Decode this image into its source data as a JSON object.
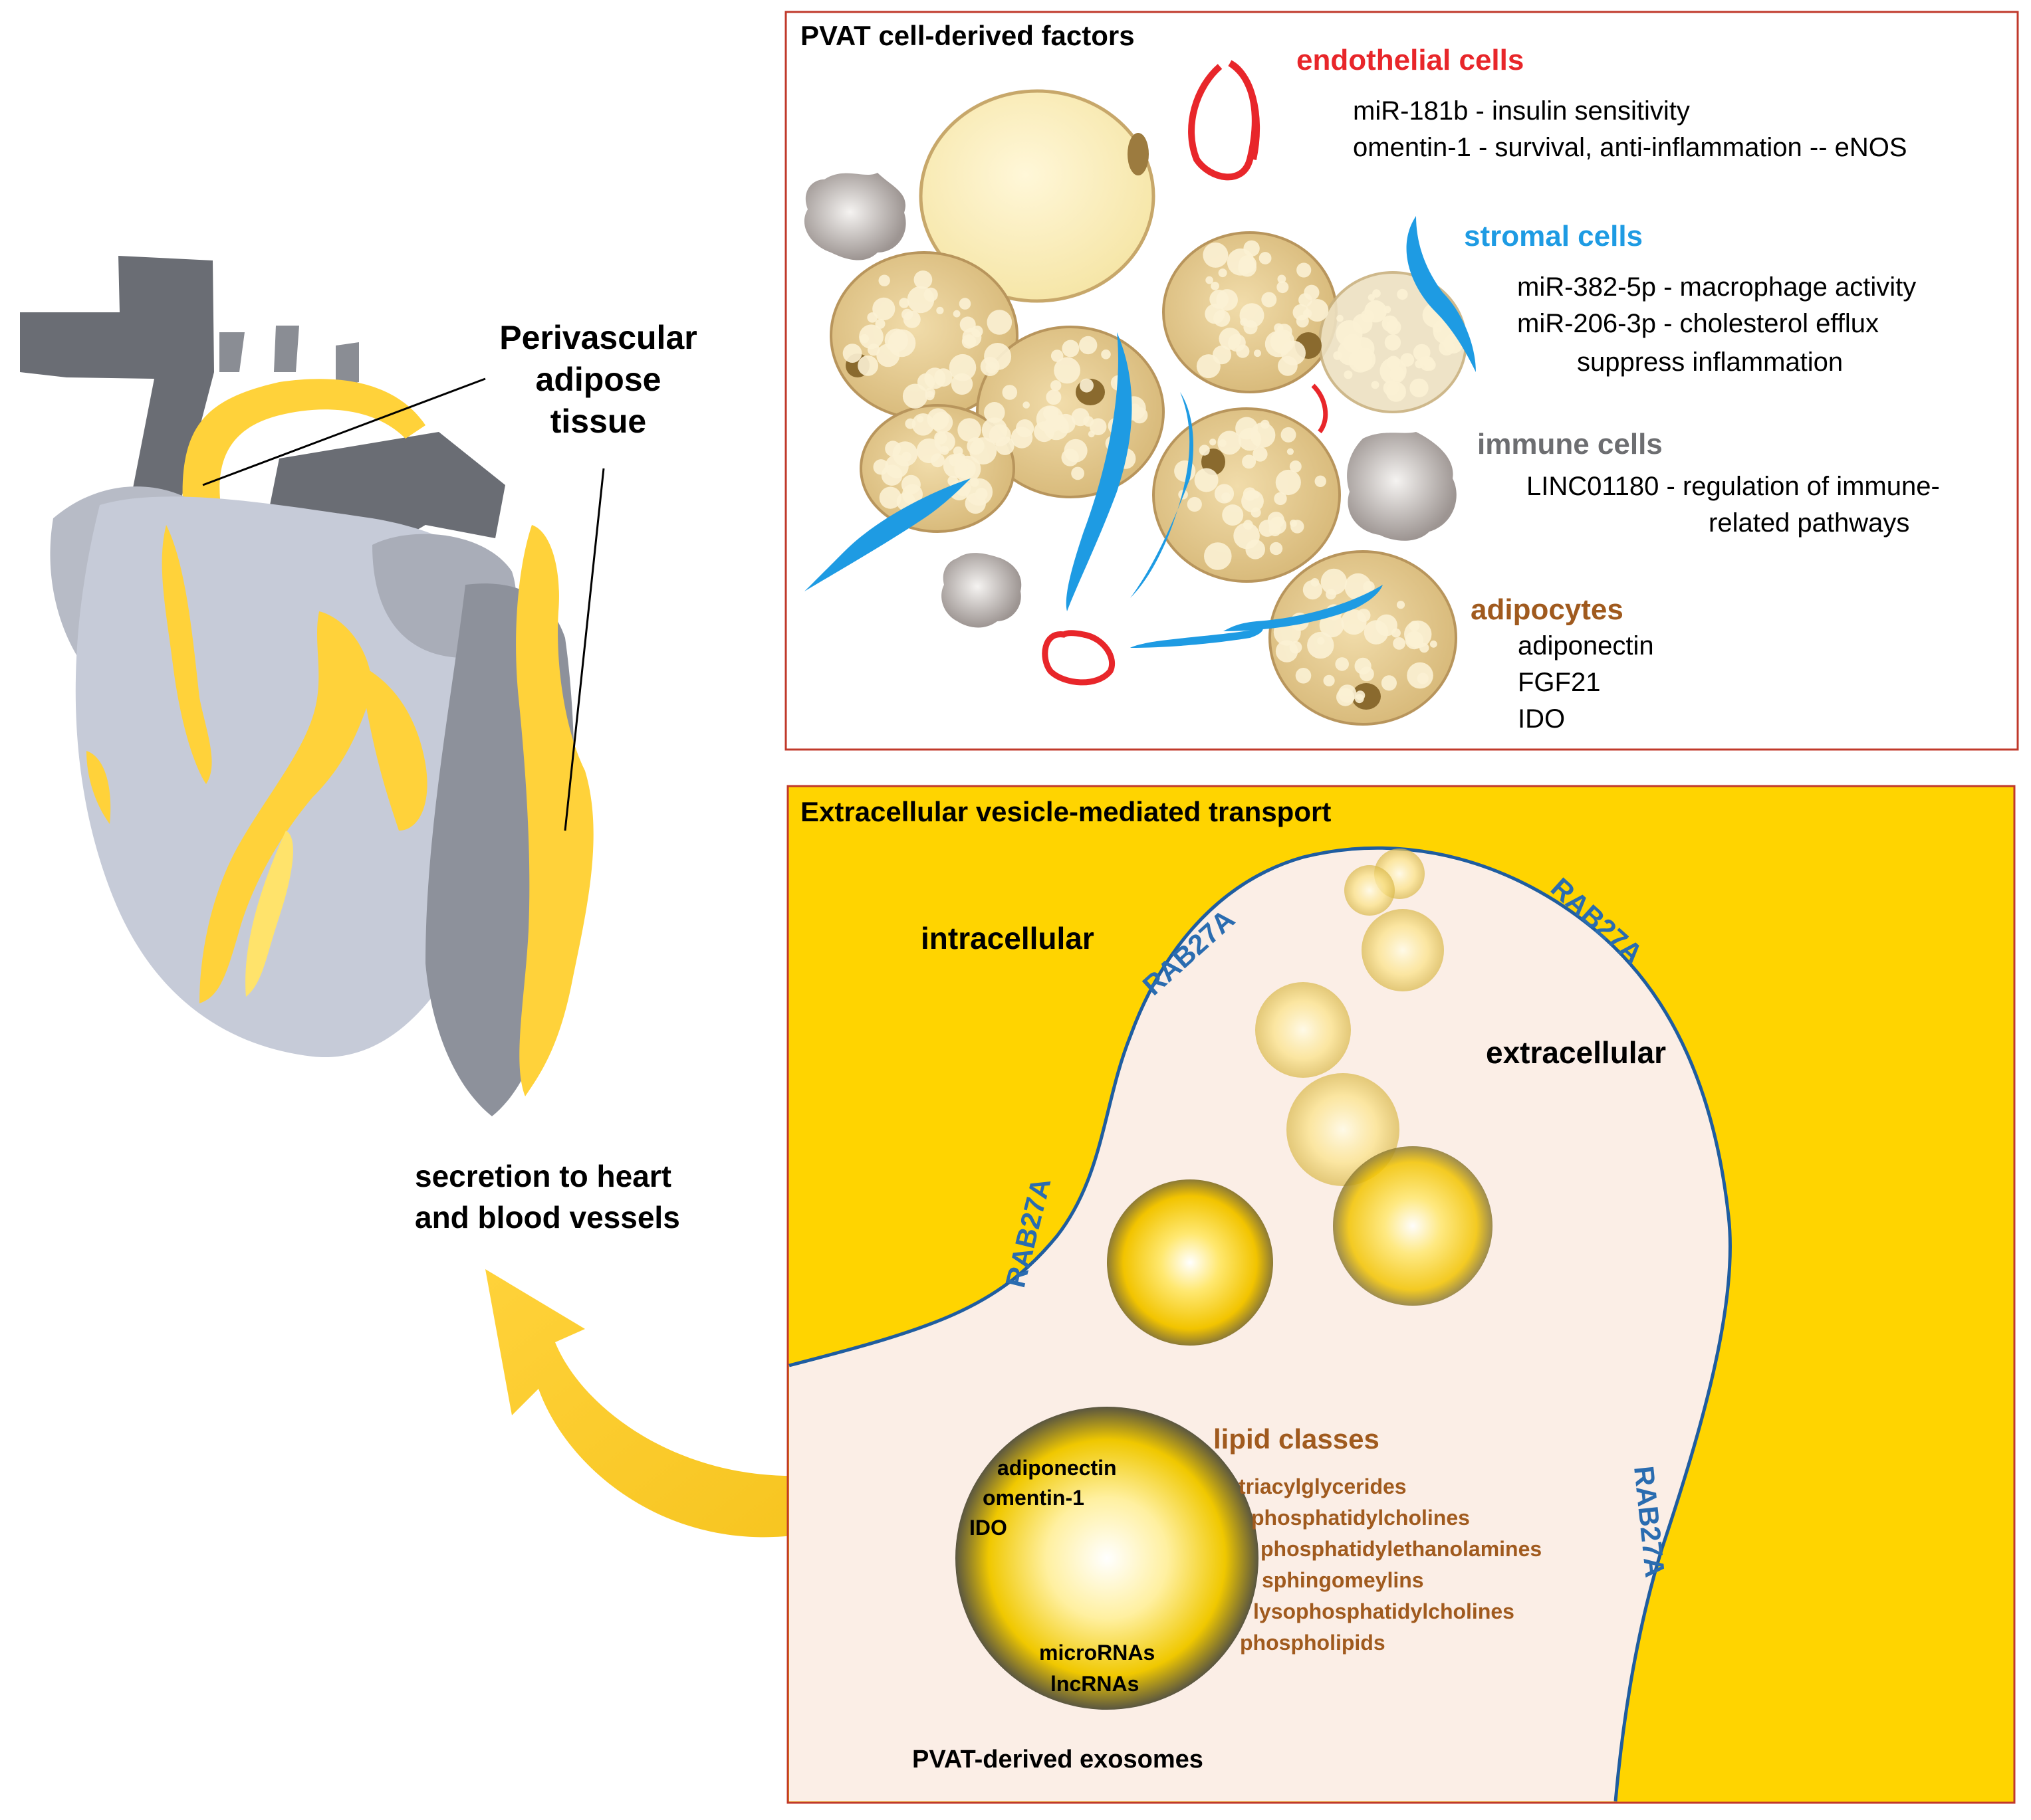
{
  "heart": {
    "pvat_label": [
      "Perivascular",
      "adipose",
      "tissue"
    ],
    "secretion_label": [
      "secretion to heart",
      "and blood vessels"
    ]
  },
  "cells_panel": {
    "title": "PVAT cell-derived factors",
    "endothelial": {
      "header": "endothelial cells",
      "lines": [
        "miR-181b - insulin sensitivity",
        "omentin-1 - survival, anti-inflammation -- eNOS"
      ]
    },
    "stromal": {
      "header": "stromal cells",
      "lines": [
        "miR-382-5p - macrophage activity",
        "miR-206-3p - cholesterol efflux",
        "suppress inflammation"
      ]
    },
    "immune": {
      "header": "immune cells",
      "lines": [
        "LINC01180 - regulation of immune-",
        "related pathways"
      ]
    },
    "adipocytes": {
      "header": "adipocytes",
      "lines": [
        "adiponectin",
        "FGF21",
        "IDO"
      ]
    }
  },
  "vesicle_panel": {
    "title": "Extracellular vesicle-mediated transport",
    "intracellular": "intracellular",
    "extracellular": "extracellular",
    "rab_label": "RAB27A",
    "exosome_contents_top": [
      "adiponectin",
      "omentin-1",
      "IDO"
    ],
    "exosome_contents_bottom": [
      "microRNAs",
      "lncRNAs"
    ],
    "lipid_header": "lipid classes",
    "lipids": [
      "triacylglycerides",
      "phosphatidylcholines",
      "phosphatidylethanolamines",
      "sphingomeylins",
      "lysophosphatidylcholines",
      "phospholipids"
    ],
    "exosomes_label": "PVAT-derived exosomes"
  },
  "colors": {
    "endothelial": "#e8262a",
    "stromal": "#1e9be3",
    "immune": "#6d6e71",
    "adipocyte": "#a05a1e",
    "rab": "#2a6cb0",
    "gold": "#ffd400"
  }
}
